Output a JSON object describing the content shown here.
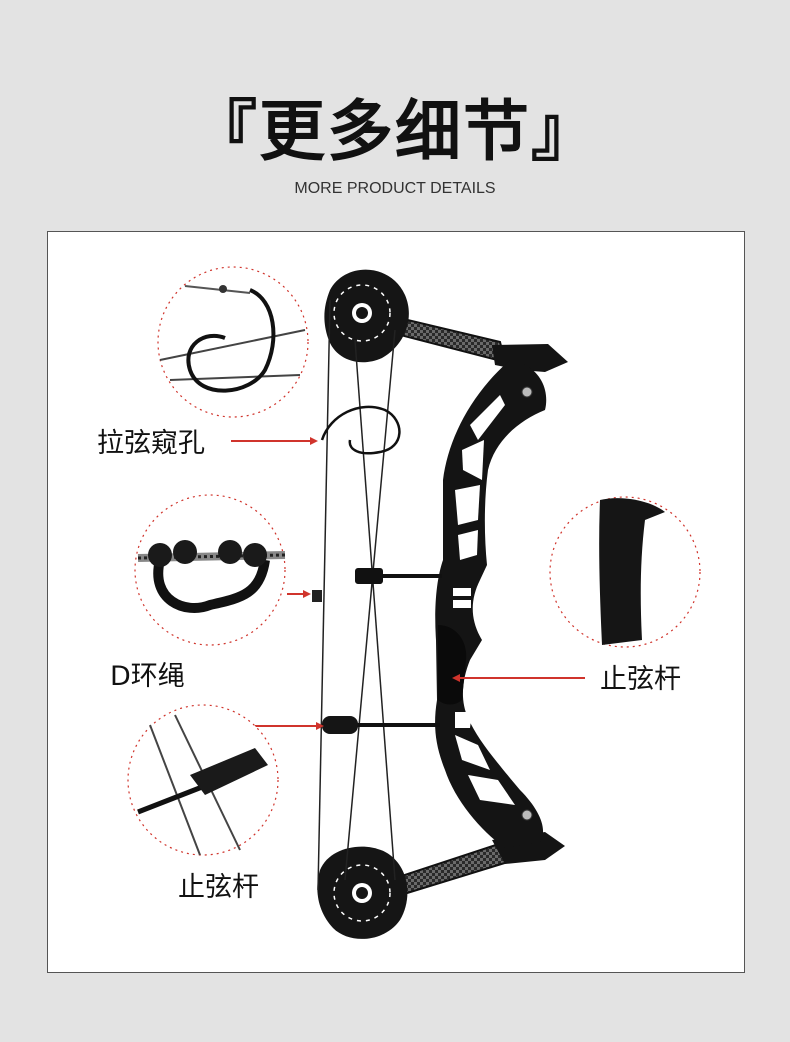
{
  "header": {
    "title": "『更多细节』",
    "subtitle": "MORE PRODUCT DETAILS"
  },
  "callouts": {
    "peep_sight": "拉弦窥孔",
    "d_loop": "D环绳",
    "limb_stop_right": "止弦杆",
    "limb_stop_left": "止弦杆"
  },
  "colors": {
    "background": "#e3e3e3",
    "panel": "#ffffff",
    "pointer": "#d0342c",
    "bow": "#141414"
  }
}
